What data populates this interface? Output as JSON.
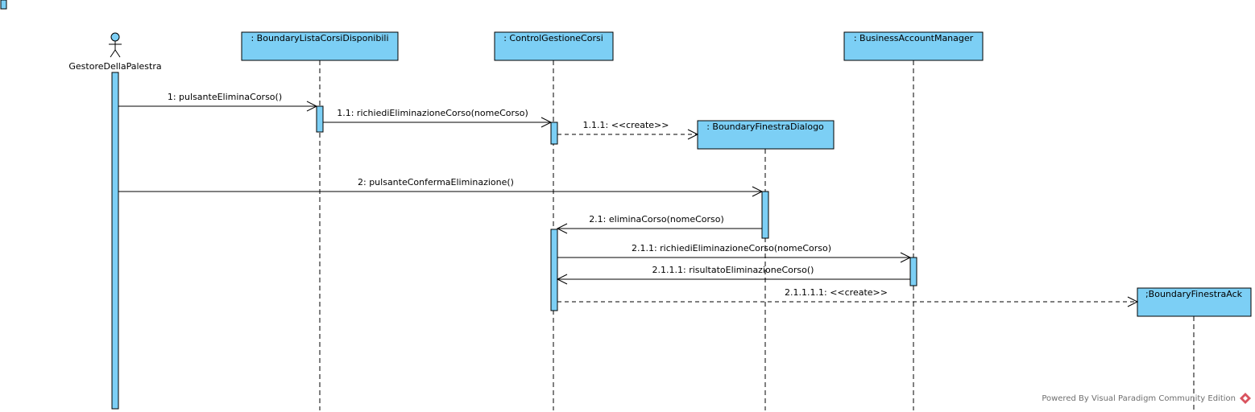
{
  "diagram": {
    "actor": {
      "name": "GestoreDellaPalestra"
    },
    "lifelines": [
      {
        "id": "boundary_lista",
        "label": ": BoundaryListaCorsiDisponibili"
      },
      {
        "id": "control_gestione",
        "label": ": ControlGestioneCorsi"
      },
      {
        "id": "business_account",
        "label": ": BusinessAccountManager"
      },
      {
        "id": "finestra_dialogo",
        "label": ": BoundaryFinestraDialogo"
      },
      {
        "id": "finestra_ack",
        "label": ";BoundaryFinestraAck"
      }
    ],
    "messages": [
      {
        "id": "m1",
        "label": "1: pulsanteEliminaCorso()",
        "from": "actor",
        "to": "boundary_lista",
        "style": "sync"
      },
      {
        "id": "m2",
        "label": "1.1: richiediEliminazioneCorso(nomeCorso)",
        "from": "boundary_lista",
        "to": "control_gestione",
        "style": "sync"
      },
      {
        "id": "m3",
        "label": "1.1.1: <<create>>",
        "from": "control_gestione",
        "to": "finestra_dialogo",
        "style": "create"
      },
      {
        "id": "m4",
        "label": "2: pulsanteConfermaEliminazione()",
        "from": "actor",
        "to": "finestra_dialogo",
        "style": "sync"
      },
      {
        "id": "m5",
        "label": "2.1: eliminaCorso(nomeCorso)",
        "from": "finestra_dialogo",
        "to": "control_gestione",
        "style": "sync"
      },
      {
        "id": "m6",
        "label": "2.1.1: richiediEliminazioneCorso(nomeCorso)",
        "from": "control_gestione",
        "to": "business_account",
        "style": "sync"
      },
      {
        "id": "m7",
        "label": "2.1.1.1: risultatoEliminazioneCorso()",
        "from": "business_account",
        "to": "control_gestione",
        "style": "sync"
      },
      {
        "id": "m8",
        "label": "2.1.1.1.1: <<create>>",
        "from": "control_gestione",
        "to": "finestra_ack",
        "style": "create"
      }
    ],
    "watermark": "Powered By Visual Paradigm Community Edition",
    "colors": {
      "box_fill": "#7ccff5",
      "stroke": "#000000",
      "watermark": "#6f6f6f",
      "logo": "#d9535f"
    }
  }
}
